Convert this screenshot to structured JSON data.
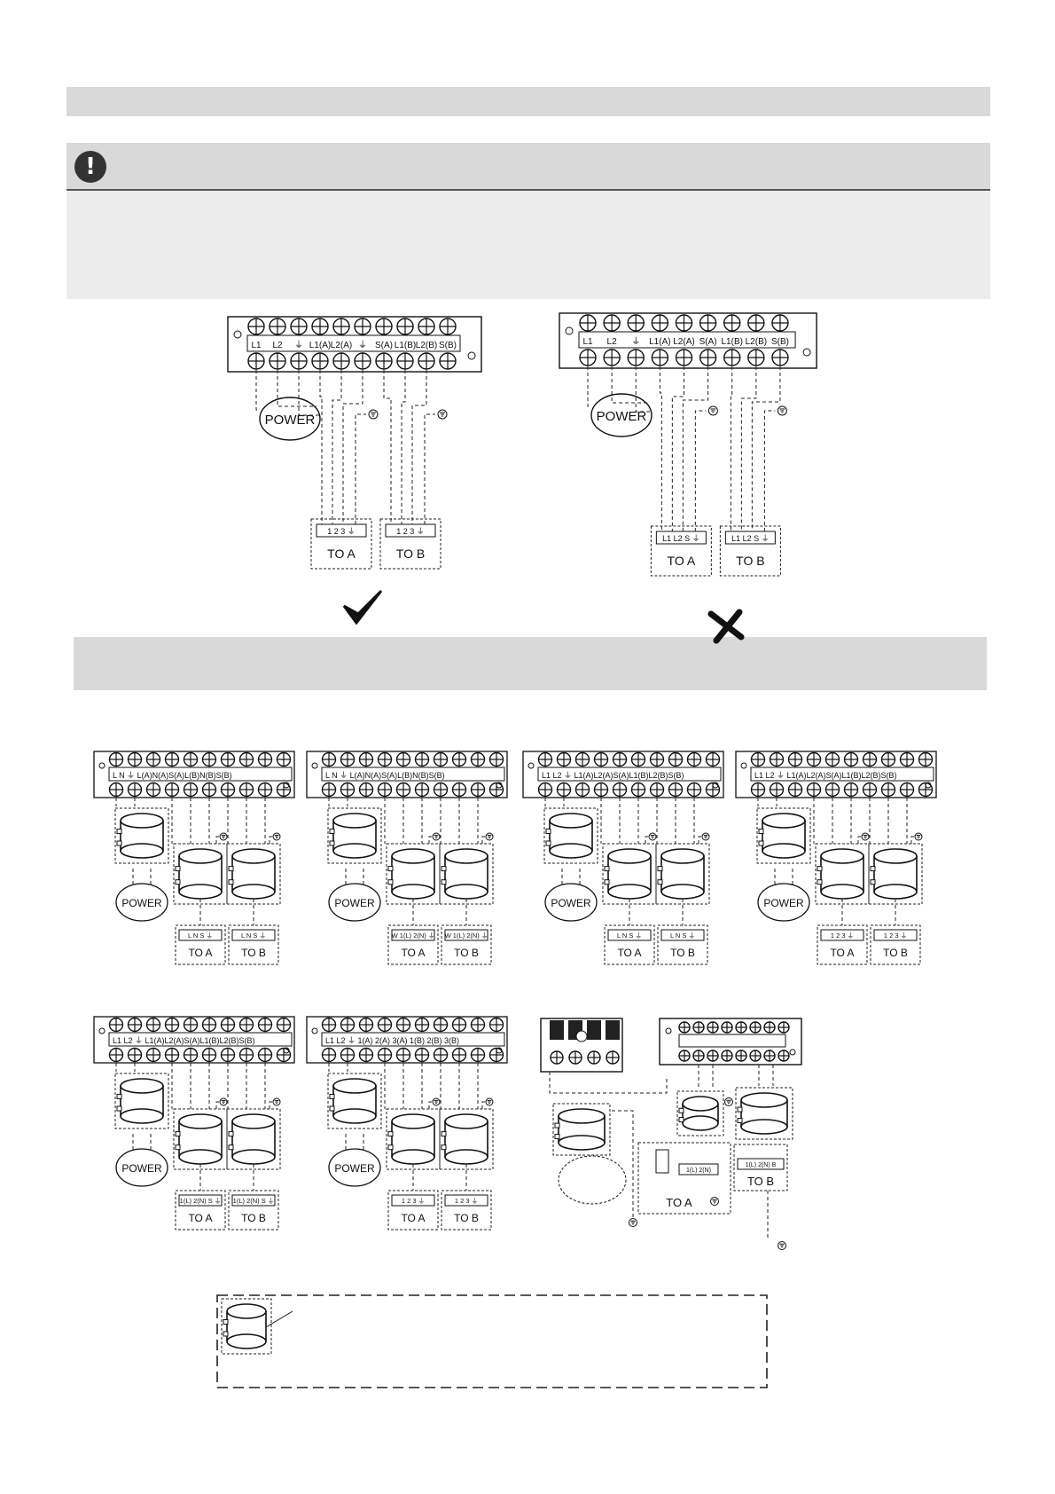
{
  "warning_icon": "exclamation-icon",
  "correct_mark": "check-icon",
  "wrong_mark": "cross-icon",
  "power_label": "POWER",
  "legend": {
    "box": "dashed"
  },
  "top_diagrams": [
    {
      "id": "correct",
      "strip_labels": [
        "L1",
        "L2",
        "⏚",
        "L1(A)",
        "L2(A)",
        "⏚",
        "S(A)",
        "L1(B)",
        "L2(B)",
        "S(B)"
      ],
      "unit_a_terminals": "1 2 3 ⏚",
      "unit_a_label": "TO  A",
      "unit_b_terminals": "1 2 3 ⏚",
      "unit_b_label": "TO  B"
    },
    {
      "id": "wrong",
      "strip_labels": [
        "L1",
        "L2",
        "⏚",
        "L1(A)",
        "L2(A)",
        "S(A)",
        "L1(B)",
        "L2(B)",
        "S(B)"
      ],
      "unit_a_terminals": "L1 L2 S ⏚",
      "unit_a_label": "TO  A",
      "unit_b_terminals": "L1 L2 S ⏚",
      "unit_b_label": "TO  B"
    }
  ],
  "small_diagrams": [
    {
      "strip": "L  N  ⏚ L(A)N(A)S(A)L(B)N(B)S(B)",
      "a_terms": "L N S ⏚",
      "b_terms": "L N S ⏚",
      "a_label": "TO  A",
      "b_label": "TO  B"
    },
    {
      "strip": "L  N  ⏚ L(A)N(A)S(A)L(B)N(B)S(B)",
      "a_terms": "W 1(L) 2(N) ⏚",
      "b_terms": "W 1(L) 2(N) ⏚",
      "a_label": "TO  A",
      "b_label": "TO  B"
    },
    {
      "strip": "L1 L2 ⏚ L1(A)L2(A)S(A)L1(B)L2(B)S(B)",
      "a_terms": "L N S ⏚",
      "b_terms": "L N S ⏚",
      "a_label": "TO  A",
      "b_label": "TO  B"
    },
    {
      "strip": "L1 L2 ⏚ L1(A)L2(A)S(A)L1(B)L2(B)S(B)",
      "a_terms": "1 2 3 ⏚",
      "b_terms": "1 2 3 ⏚",
      "a_label": "TO  A",
      "b_label": "TO  B"
    },
    {
      "strip": "L1 L2 ⏚ L1(A)L2(A)S(A)L1(B)L2(B)S(B)",
      "a_terms": "1(L) 2(N) S ⏚",
      "b_terms": "1(L) 2(N) S ⏚",
      "a_label": "TO  A",
      "b_label": "TO  B"
    },
    {
      "strip": "L1 L2 ⏚ 1(A) 2(A) 3(A) 1(B) 2(B) 3(B)",
      "a_terms": "1 2 3 ⏚",
      "b_terms": "1 2 3 ⏚",
      "a_label": "TO  A",
      "b_label": "TO  B"
    }
  ],
  "special": {
    "a_terms": "1(L)  2(N)",
    "b_terms": "1(L)  2(N)  B",
    "a_label": "TO  A",
    "b_label": "TO  B"
  }
}
